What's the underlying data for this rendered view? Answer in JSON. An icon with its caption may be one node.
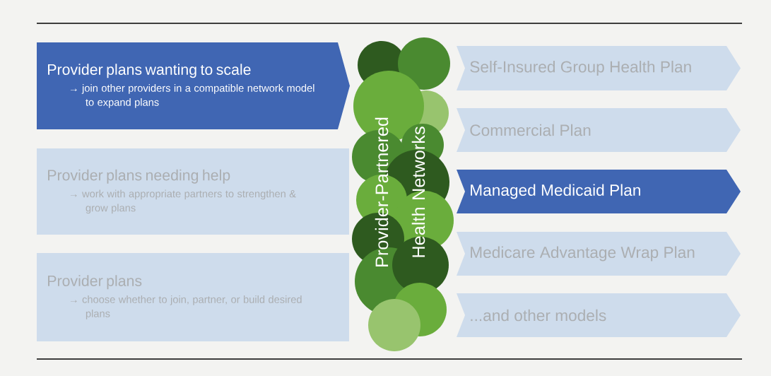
{
  "diagram": {
    "nodes": [
      {
        "text": [
          "Provider plans wanting to scale",
          "→ join other providers in a compatible network model to expand plans"
        ]
      },
      {
        "text": [
          "Provider plans needing help",
          "→ work with appropriate partners to strengthen & grow plans"
        ]
      },
      {
        "text": [
          "Provider plans",
          "→ choose whether to join, partner, or build desired plans"
        ]
      },
      {
        "text": [
          "Provider-Partnered Health Networks"
        ]
      },
      {
        "text": [
          "Self-Insured Group Health Plan"
        ]
      },
      {
        "text": [
          "Commercial Plan"
        ]
      },
      {
        "text": [
          "Managed Medicaid Plan"
        ]
      },
      {
        "text": [
          "Medicare Advantage Wrap Plan"
        ]
      },
      {
        "text": [
          "...and other models"
        ]
      }
    ]
  }
}
